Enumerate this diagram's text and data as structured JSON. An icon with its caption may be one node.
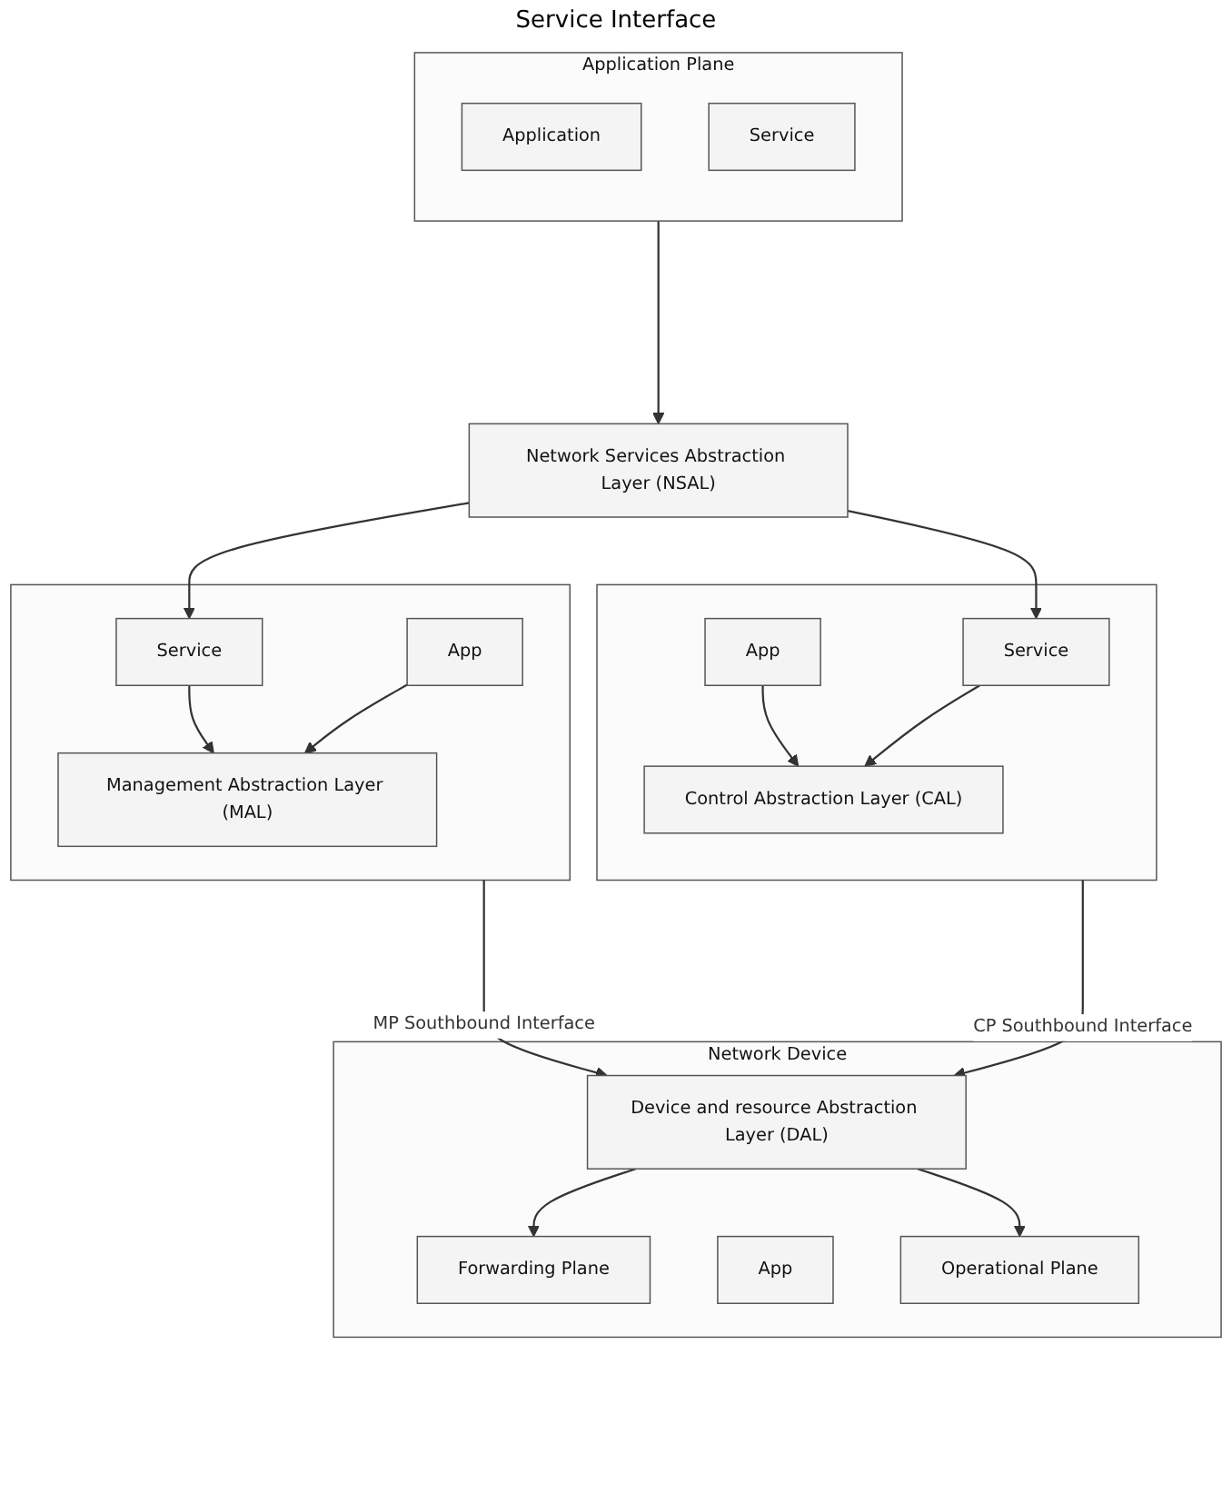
{
  "diagram": {
    "nodes": [
      {
        "text": [
          "Application Plane"
        ]
      },
      {
        "text": [
          "Application"
        ],
        "in": 0
      },
      {
        "text": [
          "Service"
        ],
        "in": 0
      },
      {
        "text": [
          "Network Services Abstraction Layer (NSAL)"
        ]
      },
      {
        "text": [],
        "shape": "box"
      },
      {
        "text": [
          "Service"
        ],
        "in": 4
      },
      {
        "text": [
          "App"
        ],
        "in": 4
      },
      {
        "text": [
          "Control Abstraction Layer (CAL)"
        ],
        "in": 4
      },
      {
        "text": [],
        "shape": "box"
      },
      {
        "text": [
          "App"
        ],
        "in": 8
      },
      {
        "text": [
          "Service"
        ],
        "in": 8
      },
      {
        "text": [
          "Management Abstraction Layer (MAL)"
        ],
        "in": 8
      },
      {
        "text": [
          "Network Device"
        ]
      },
      {
        "text": [
          "Device and resource Abstraction Layer (DAL)"
        ],
        "in": 12
      },
      {
        "text": [
          "Forwarding Plane"
        ],
        "in": 12
      },
      {
        "text": [
          "App"
        ],
        "in": 12
      },
      {
        "text": [
          "Operational Plane"
        ],
        "in": 12
      }
    ],
    "edges": [
      {
        "from": 0,
        "to": 3,
        "arrow": "to"
      },
      {
        "from": 3,
        "to": 5,
        "arrow": "to"
      },
      {
        "from": 3,
        "to": 10,
        "arrow": "to"
      },
      {
        "from": 5,
        "to": 7,
        "arrow": "to"
      },
      {
        "from": 6,
        "to": 7,
        "arrow": "to"
      },
      {
        "from": 9,
        "to": 11,
        "arrow": "to"
      },
      {
        "from": 10,
        "to": 11,
        "arrow": "to"
      },
      {
        "from": 4,
        "to": 13,
        "label": "CP Southbound Interface",
        "arrow": "to"
      },
      {
        "from": 8,
        "to": 13,
        "label": "MP Southbound Interface",
        "arrow": "to"
      },
      {
        "from": 13,
        "to": 14,
        "arrow": "to"
      },
      {
        "from": 13,
        "to": 16,
        "arrow": "to"
      }
    ],
    "labels": [
      "Service Interface"
    ]
  }
}
